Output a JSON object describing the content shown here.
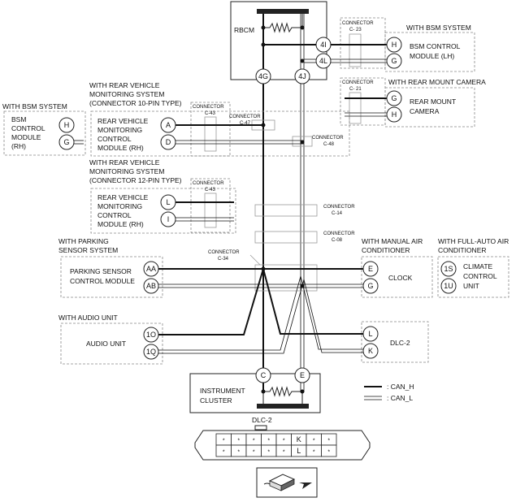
{
  "rbcm": {
    "title": "RBCM",
    "pins": [
      "4I",
      "4L",
      "4G",
      "4J"
    ]
  },
  "bsm_lh": {
    "group": "WITH BSM SYSTEM",
    "connector": "CONNECTOR",
    "connector_id": "C- 23",
    "lines": [
      "BSM CONTROL",
      "MODULE (LH)"
    ],
    "pins": [
      "H",
      "G"
    ]
  },
  "rear_camera": {
    "group": "WITH REAR MOUNT CAMERA",
    "connector": "CONNECTOR",
    "connector_id": "C- 21",
    "lines": [
      "REAR MOUNT",
      "CAMERA"
    ],
    "pins": [
      "G",
      "H"
    ]
  },
  "bsm_rh": {
    "group": "WITH BSM SYSTEM",
    "lines": [
      "BSM",
      "CONTROL",
      "MODULE",
      "(RH)"
    ],
    "pins": [
      "H",
      "G"
    ]
  },
  "rvm10": {
    "group": [
      "WITH REAR VEHICLE",
      "MONITORING SYSTEM",
      "(CONNECTOR 10-PIN TYPE)"
    ],
    "lines": [
      "REAR VEHICLE",
      "MONITORING",
      "CONTROL",
      "MODULE (RH)"
    ],
    "pins": [
      "A",
      "D"
    ],
    "connector": "CONNECTOR",
    "connector_id": "C-43",
    "c47": "CONNECTOR",
    "c47_id": "C-47",
    "c48": "CONNECTOR",
    "c48_id": "C-48"
  },
  "rvm12": {
    "group": [
      "WITH REAR VEHICLE",
      "MONITORING SYSTEM",
      "(CONNECTOR 12-PIN TYPE)"
    ],
    "lines": [
      "REAR VEHICLE",
      "MONITORING",
      "CONTROL",
      "MODULE (RH)"
    ],
    "pins": [
      "L",
      "I"
    ],
    "connector": "CONNECTOR",
    "connector_id": "C-43"
  },
  "c14": {
    "label": "CONNECTOR",
    "id": "C-14"
  },
  "c08": {
    "label": "CONNECTOR",
    "id": "C-08"
  },
  "c34": {
    "label": "CONNECTOR",
    "id": "C-34"
  },
  "parking": {
    "group": [
      "WITH PARKING",
      "SENSOR SYSTEM"
    ],
    "lines": [
      "PARKING SENSOR",
      "CONTROL MODULE"
    ],
    "pins": [
      "AA",
      "AB"
    ]
  },
  "clock": {
    "group": [
      "WITH MANUAL AIR",
      "CONDITIONER"
    ],
    "label": "CLOCK",
    "pins": [
      "E",
      "G"
    ]
  },
  "climate": {
    "group": [
      "WITH FULL-AUTO AIR",
      "CONDITIONER"
    ],
    "lines": [
      "CLIMATE",
      "CONTROL",
      "UNIT"
    ],
    "pins": [
      "1S",
      "1U"
    ]
  },
  "audio": {
    "group": "WITH AUDIO UNIT",
    "label": "AUDIO UNIT",
    "pins": [
      "1O",
      "1Q"
    ]
  },
  "dlc2": {
    "label": "DLC-2",
    "pins": [
      "L",
      "K"
    ]
  },
  "cluster": {
    "lines": [
      "INSTRUMENT",
      "CLUSTER"
    ],
    "pins": [
      "C",
      "E"
    ]
  },
  "legend": {
    "can_h": ": CAN_H",
    "can_l": ": CAN_L"
  },
  "dlc_connector": {
    "title": "DLC-2",
    "row1": [
      "*",
      "*",
      "*",
      "*",
      "*",
      "K",
      "*",
      "*"
    ],
    "row2": [
      "*",
      "*",
      "*",
      "*",
      "*",
      "L",
      "*",
      "*"
    ]
  }
}
